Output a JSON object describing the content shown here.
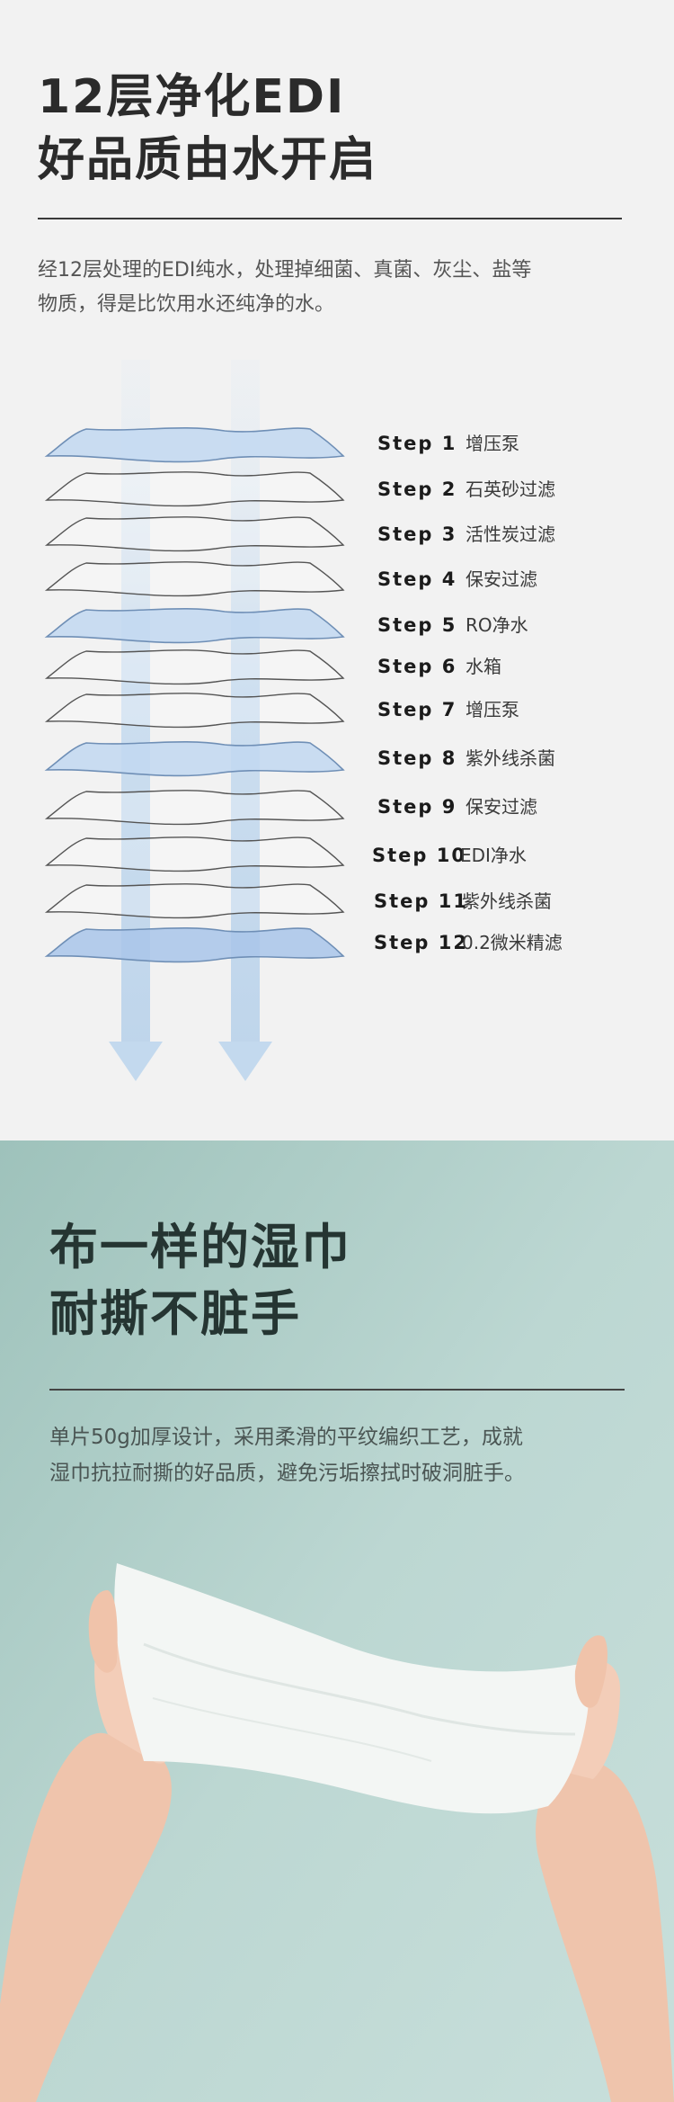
{
  "section1": {
    "title_line1": "12层净化EDI",
    "title_line2": "好品质由水开启",
    "desc_line1": "经12层处理的EDI纯水，处理掉细菌、真菌、灰尘、盐等",
    "desc_line2": "物质，得是比饮用水还纯净的水。",
    "steps": [
      {
        "label": "Step 1",
        "name": "增压泵"
      },
      {
        "label": "Step 2",
        "name": "石英砂过滤"
      },
      {
        "label": "Step 3",
        "name": "活性炭过滤"
      },
      {
        "label": "Step 4",
        "name": "保安过滤"
      },
      {
        "label": "Step 5",
        "name": "RO净水"
      },
      {
        "label": "Step 6",
        "name": "水箱"
      },
      {
        "label": "Step 7",
        "name": "增压泵"
      },
      {
        "label": "Step 8",
        "name": "紫外线杀菌"
      },
      {
        "label": "Step 9",
        "name": "保安过滤"
      },
      {
        "label": "Step 10",
        "name": "EDI净水"
      },
      {
        "label": "Step 11",
        "name": "紫外线杀菌"
      },
      {
        "label": "Step 12",
        "name": "0.2微米精滤"
      }
    ],
    "colors": {
      "background": "#f2f2f2",
      "layer_blue": "#bcd3ef",
      "arrow_blue": "#c9dff0"
    }
  },
  "section2": {
    "title_line1": "布一样的湿巾",
    "title_line2": "耐撕不脏手",
    "desc_line1": "单片50g加厚设计，采用柔滑的平纹编织工艺，成就",
    "desc_line2": "湿巾抗拉耐撕的好品质，避免污垢擦拭时破洞脏手。",
    "colors": {
      "background": "#b8d4cf",
      "wipe": "#f2f5f3",
      "skin": "#f0c8b2"
    }
  }
}
